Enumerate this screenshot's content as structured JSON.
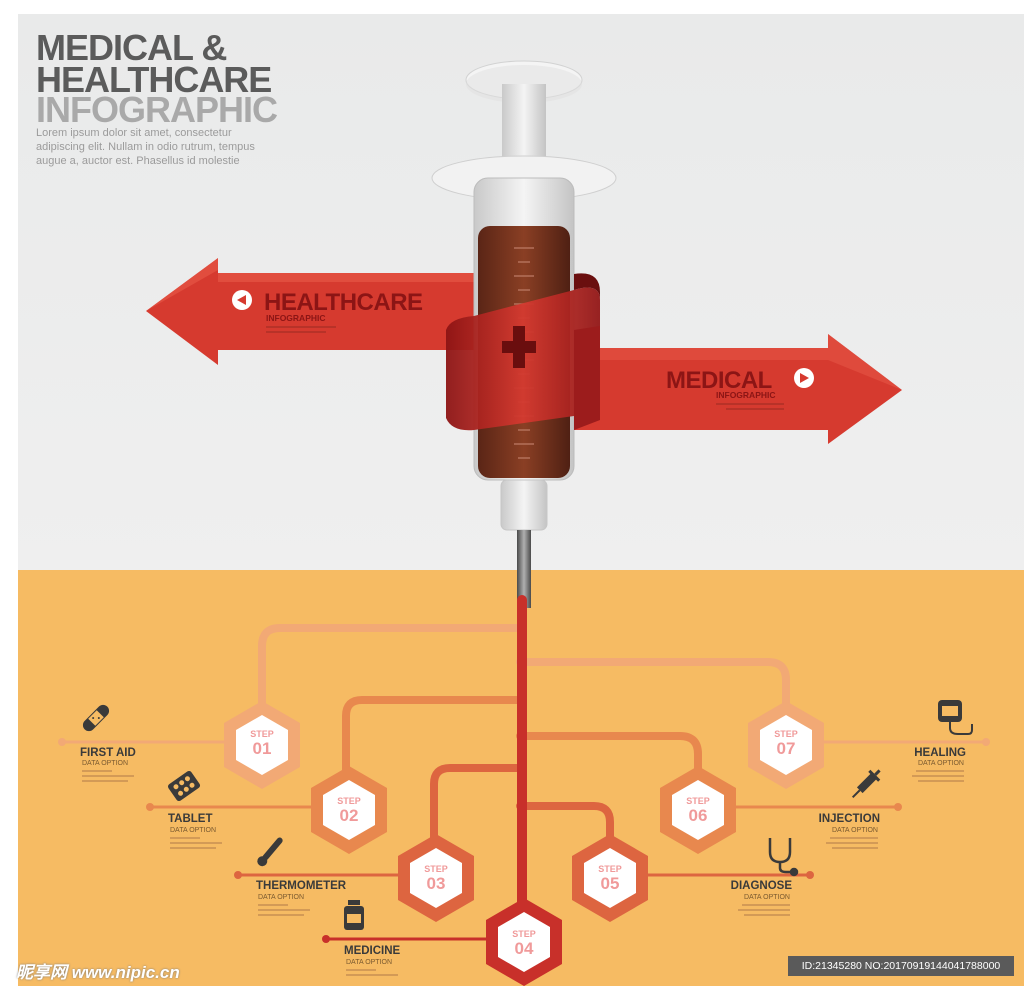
{
  "header": {
    "title_line1": "MEDICAL &",
    "title_line2": "HEALTHCARE",
    "title_line3": "INFOGRAPHIC",
    "description": "Lorem ipsum dolor sit amet, consectetur adipiscing elit. Nullam in odio rutrum, tempus augue a, auctor est. Phasellus id molestie"
  },
  "arrows": {
    "left": {
      "title": "HEALTHCARE",
      "subtitle": "INFOGRAPHIC"
    },
    "right": {
      "title": "MEDICAL",
      "subtitle": "INFOGRAPHIC"
    }
  },
  "steps": [
    {
      "word": "STEP",
      "number": "01",
      "label": "FIRST AID",
      "sublabel": "DATA OPTION",
      "icon": "bandage-icon"
    },
    {
      "word": "STEP",
      "number": "02",
      "label": "TABLET",
      "sublabel": "DATA OPTION",
      "icon": "pill-pack-icon"
    },
    {
      "word": "STEP",
      "number": "03",
      "label": "THERMOMETER",
      "sublabel": "DATA OPTION",
      "icon": "thermometer-icon"
    },
    {
      "word": "STEP",
      "number": "04",
      "label": "MEDICINE",
      "sublabel": "DATA OPTION",
      "icon": "medicine-bottle-icon"
    },
    {
      "word": "STEP",
      "number": "05",
      "label": "DIAGNOSE",
      "sublabel": "DATA OPTION",
      "icon": "stethoscope-icon"
    },
    {
      "word": "STEP",
      "number": "06",
      "label": "INJECTION",
      "sublabel": "DATA OPTION",
      "icon": "syringe-icon"
    },
    {
      "word": "STEP",
      "number": "07",
      "label": "HEALING",
      "sublabel": "DATA OPTION",
      "icon": "iv-drip-icon"
    }
  ],
  "watermark": {
    "left": "昵享网 www.nipic.cn",
    "right": "ID:21345280 NO:20170919144041788000"
  },
  "colors": {
    "top_background": "#ededed",
    "bottom_background": "#f6bb63",
    "arrow_red": "#d93a2e",
    "connector_orange": "#e3804e",
    "blood_red": "#c8302a",
    "hexagon_ring": "#e2783f"
  }
}
